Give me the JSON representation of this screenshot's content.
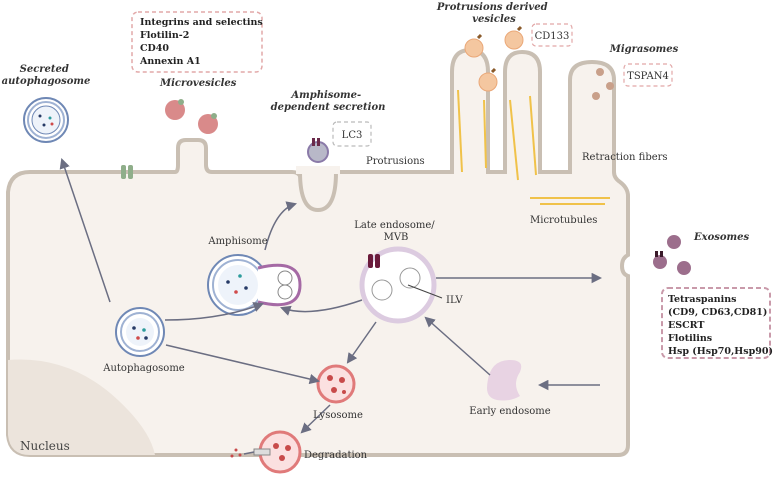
{
  "labels": {
    "secreted_autophagosome": [
      "Secreted",
      "autophagosome"
    ],
    "microvesicles": "Microvesicles",
    "amphisome_dependent": [
      "Amphisome-",
      "dependent secretion"
    ],
    "lc3": "LC3",
    "protrusions_derived": [
      "Protrusions derived",
      "vesicles"
    ],
    "cd133": "CD133",
    "migrasomes": "Migrasomes",
    "tspan4": "TSPAN4",
    "protrusions": "Protrusions",
    "retraction_fibers": "Retraction fibers",
    "microtubules": "Microtubules",
    "exosomes": "Exosomes",
    "amphisome": "Amphisome",
    "late_endosome": [
      "Late endosome/",
      "MVB"
    ],
    "ilv": "ILV",
    "autophagosome": "Autophagosome",
    "lysosome": "Lysosome",
    "degradation": "Degradation",
    "early_endosome": "Early endosome",
    "nucleus": "Nucleus"
  },
  "microvesicle_markers": [
    "Integrins and selectins",
    "Flotilin-2",
    "CD40",
    "Annexin A1"
  ],
  "exosome_markers": [
    "Tetraspanins",
    "(CD9, CD63,CD81)",
    "ESCRT",
    "Flotilins",
    "Hsp (Hsp70,Hsp90)"
  ],
  "colors": {
    "membrane": "#c9bfb3",
    "cytoplasm": "#f7f2ed",
    "nucleus": "#ece4dc",
    "arrow": "#6b6e82",
    "dashed_box": "#e2a8a8",
    "exosome_box": "#c99aaa",
    "microvesicle": "#d98a8a",
    "exosome": "#9c6e8c",
    "vesicle_orange": "#f4c7a0",
    "migrasome": "#c9a08a",
    "microtubule": "#f0c24a",
    "lysosome": "#e07a7a",
    "autophagosome_ring": "#6f88b5",
    "early_endosome": "#e8d3e3"
  }
}
